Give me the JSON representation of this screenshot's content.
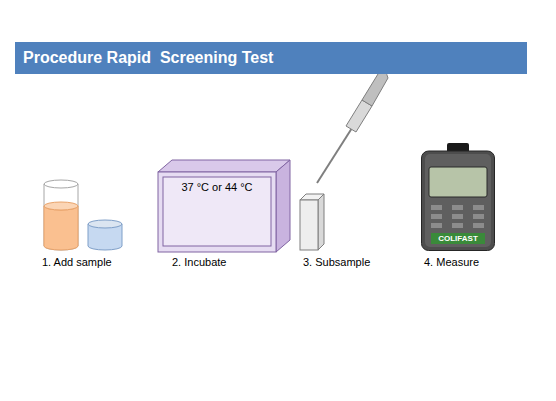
{
  "diagram": {
    "title": "Procedure Rapid  Screening Test",
    "nodes": [
      {
        "text": [
          "37 °C or 44 °C"
        ]
      },
      {
        "text": [
          "COLIFAST"
        ]
      }
    ],
    "labels": [
      "1. Add sample",
      "2. Incubate",
      "3. Subsample",
      "4. Measure"
    ]
  }
}
